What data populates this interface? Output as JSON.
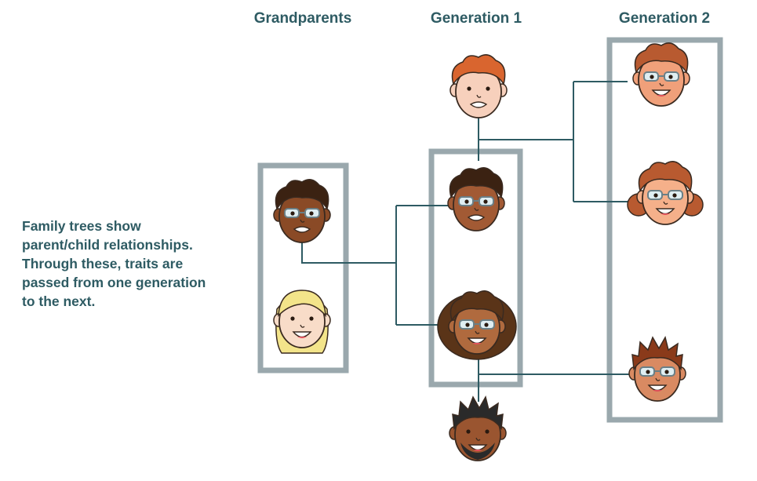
{
  "headings": {
    "grandparents": "Grandparents",
    "generation1": "Generation 1",
    "generation2": "Generation 2"
  },
  "caption": {
    "line1": "Family trees show",
    "line2": "parent/child relationships.",
    "line3": "Through these, traits are",
    "line4": "passed from one generation",
    "line5": "to the next."
  },
  "colors": {
    "heading_text": "#2e5b63",
    "box_border": "#9aa8ad",
    "connector_line": "#2e5b63"
  },
  "people": [
    {
      "id": "grandfather",
      "generation": "Grandparents",
      "skin": "#8a4a26",
      "hair": "#3b2212",
      "hair_style": "curly",
      "glasses": true,
      "mouth": "grimace"
    },
    {
      "id": "grandmother",
      "generation": "Grandparents",
      "skin": "#f8dcc8",
      "hair": "#f3e48a",
      "hair_style": "long",
      "glasses": false,
      "mouth": "smile"
    },
    {
      "id": "in-law-father",
      "generation": "Generation 1",
      "skin": "#f7d0bc",
      "hair": "#d9652f",
      "hair_style": "curly",
      "glasses": false,
      "mouth": "grimace"
    },
    {
      "id": "gen1-daughter",
      "generation": "Generation 1",
      "skin": "#a25a34",
      "hair": "#3b2212",
      "hair_style": "curly",
      "glasses": true,
      "mouth": "grimace"
    },
    {
      "id": "gen1-son",
      "generation": "Generation 1",
      "skin": "#b06a3e",
      "hair": "#5a3418",
      "hair_style": "bigcurly",
      "glasses": true,
      "mouth": "smile"
    },
    {
      "id": "in-law-mother",
      "generation": "Generation 1",
      "skin": "#9a5530",
      "hair": "#2a2a2a",
      "hair_style": "spiky",
      "glasses": false,
      "mouth": "beard-smile"
    },
    {
      "id": "gen2-child-1",
      "generation": "Generation 2",
      "skin": "#f0a07a",
      "hair": "#b85a30",
      "hair_style": "curly",
      "glasses": true,
      "mouth": "smile"
    },
    {
      "id": "gen2-child-2",
      "generation": "Generation 2",
      "skin": "#f5b08a",
      "hair": "#b85a30",
      "hair_style": "pigtails",
      "glasses": true,
      "mouth": "smile"
    },
    {
      "id": "gen2-child-3",
      "generation": "Generation 2",
      "skin": "#d98a62",
      "hair": "#8a3a1a",
      "hair_style": "spiky",
      "glasses": true,
      "mouth": "smile"
    }
  ]
}
